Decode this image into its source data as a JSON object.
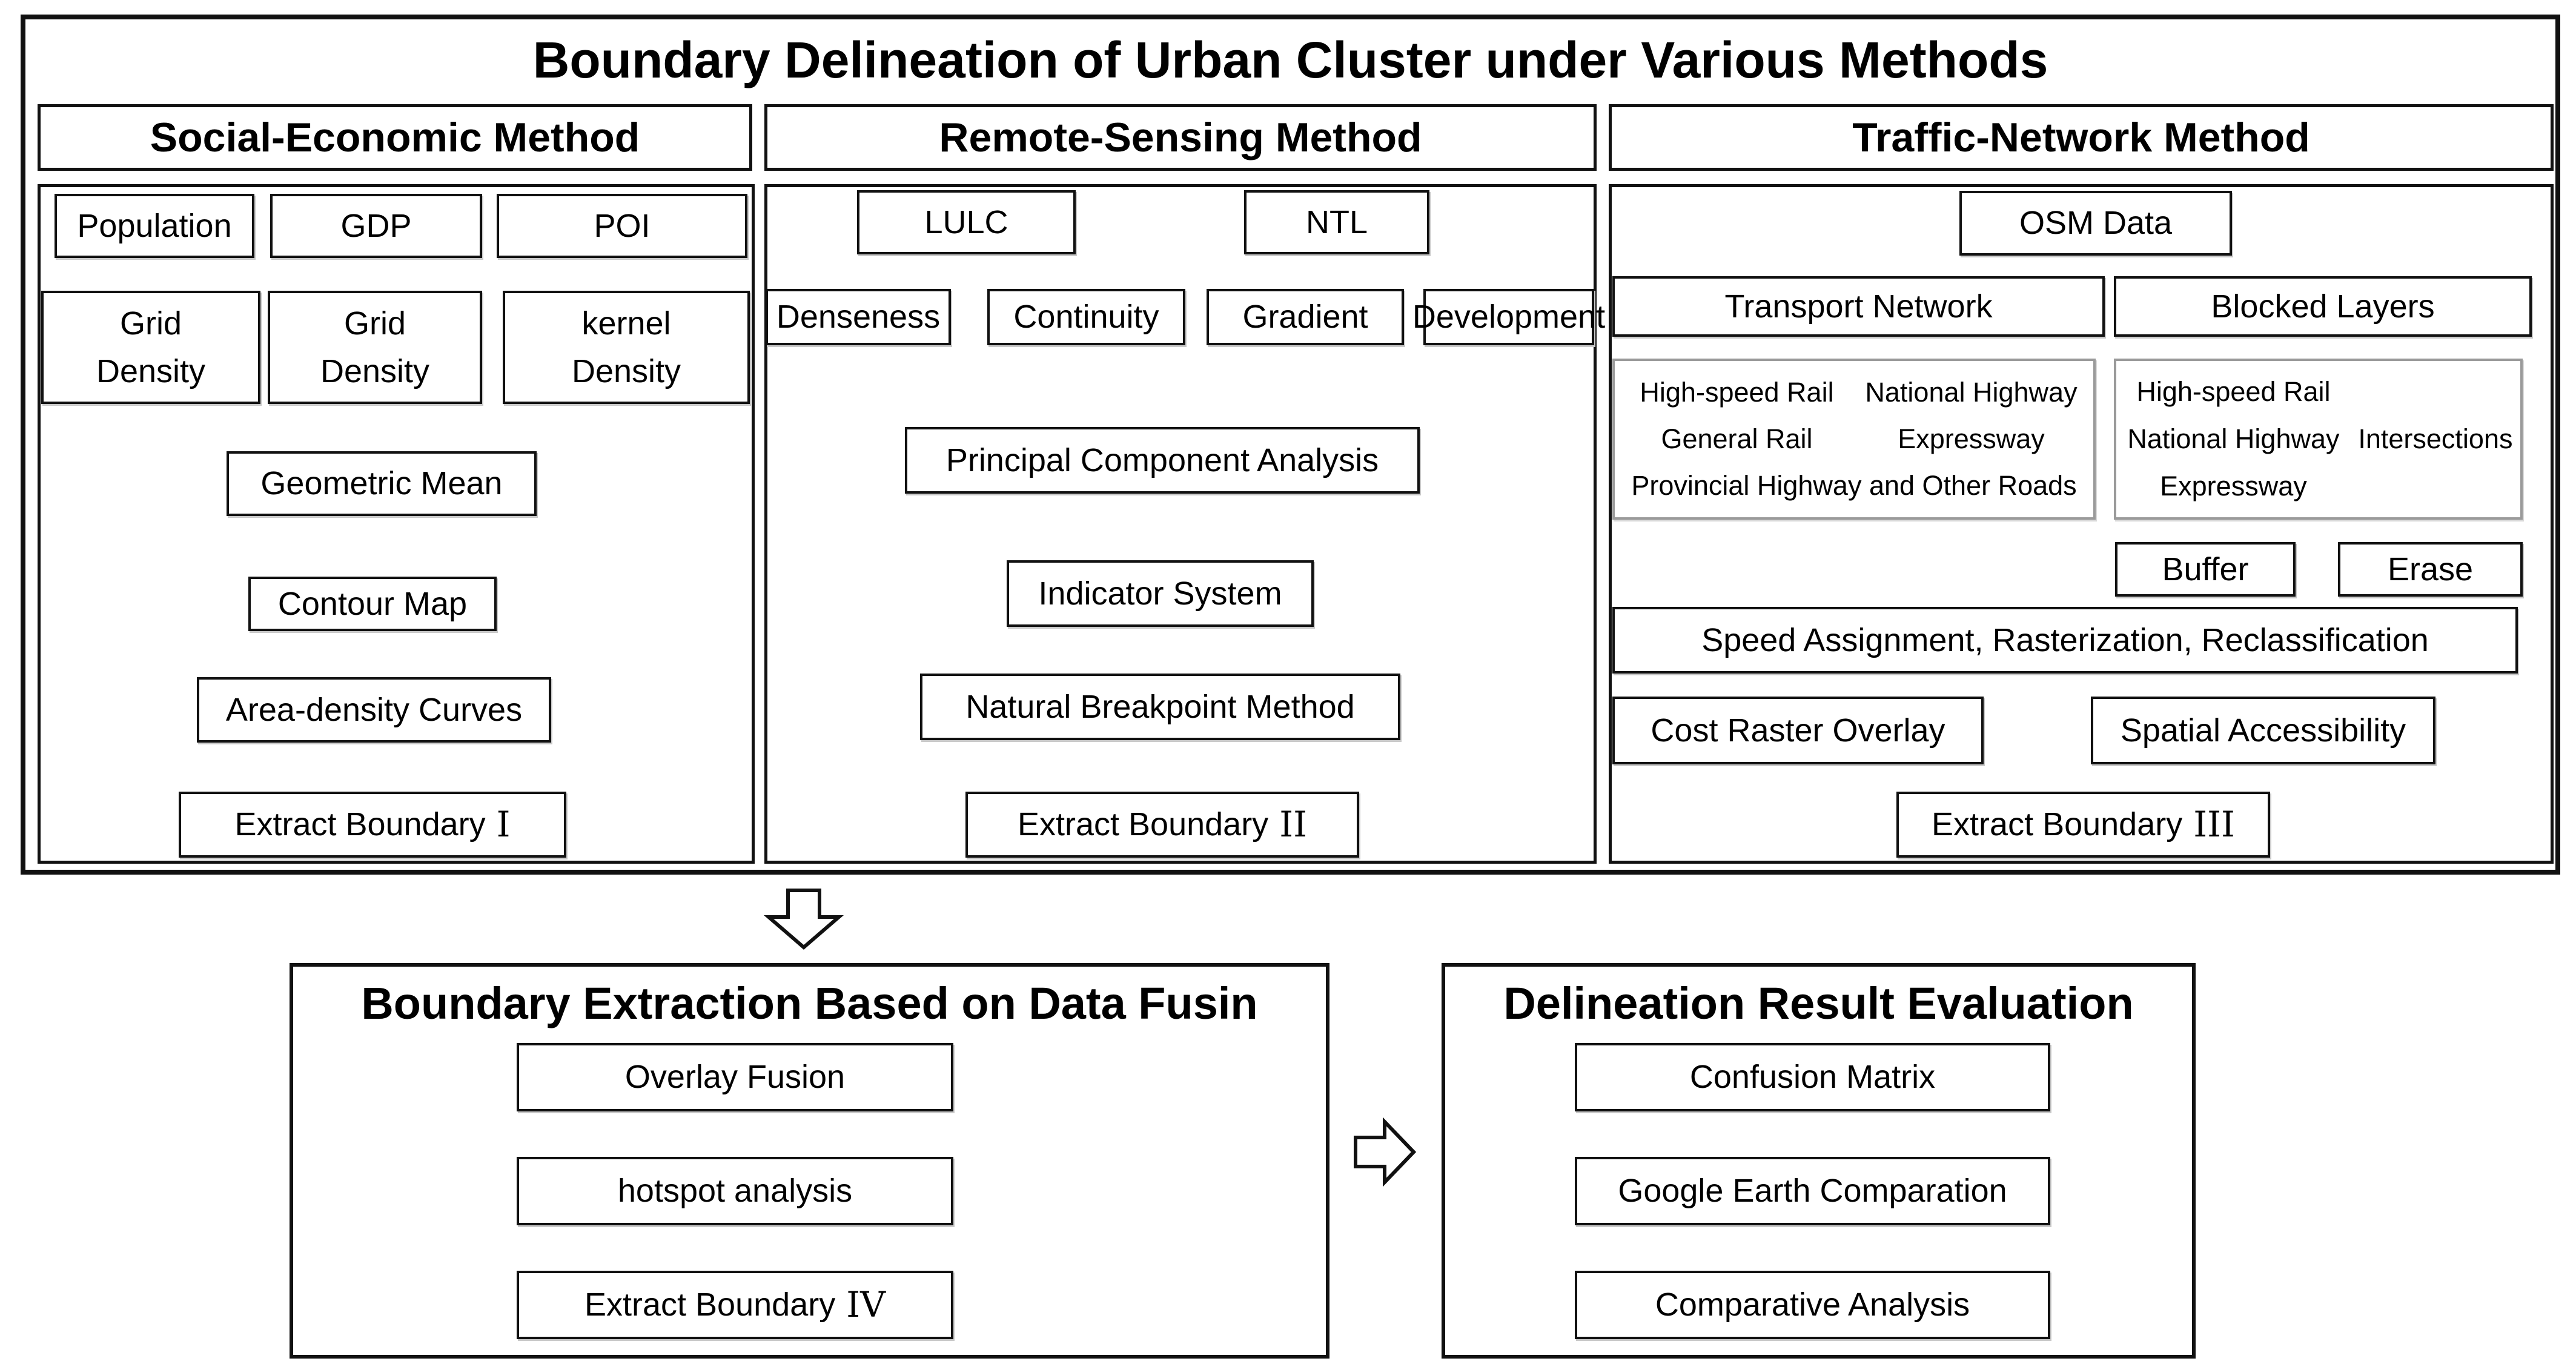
{
  "main_title": "Boundary Delineation of Urban Cluster under Various Methods",
  "colors": {
    "ink": "#1a1a1a",
    "list_border": "#9a9a9a",
    "background": "#ffffff"
  },
  "social": {
    "header": "Social-Economic Method",
    "population": "Population",
    "gdp": "GDP",
    "poi": "POI",
    "grid_density_a": "Grid Density",
    "grid_density_b": "Grid Density",
    "kernel_density": "kernel Density",
    "geometric_mean": "Geometric Mean",
    "contour_map": "Contour Map",
    "area_density_curves": "Area-density Curves",
    "extract_boundary": "Extract Boundary",
    "extract_numeral": "I"
  },
  "remote": {
    "header": "Remote-Sensing Method",
    "lulc": "LULC",
    "ntl": "NTL",
    "denseness": "Denseness",
    "continuity": "Continuity",
    "gradient": "Gradient",
    "development": "Development",
    "pca": "Principal Component Analysis",
    "indicator_system": "Indicator System",
    "natural_breakpoint": "Natural Breakpoint Method",
    "extract_boundary": "Extract Boundary",
    "extract_numeral": "II"
  },
  "traffic": {
    "header": "Traffic-Network Method",
    "osm_data": "OSM Data",
    "transport_network": "Transport Network",
    "blocked_layers": "Blocked Layers",
    "transport_list": {
      "r1l": "High-speed Rail",
      "r1r": "National Highway",
      "r2l": "General Rail",
      "r2r": "Expressway",
      "r3": "Provincial Highway and Other Roads"
    },
    "blocked_list": {
      "s1": "High-speed Rail",
      "s2": "National Highway",
      "s3": "Expressway",
      "side": "Intersections"
    },
    "buffer": "Buffer",
    "erase": "Erase",
    "speed_assignment": "Speed Assignment, Rasterization, Reclassification",
    "cost_raster_overlay": "Cost Raster Overlay",
    "spatial_accessibility": "Spatial Accessibility",
    "extract_boundary": "Extract Boundary",
    "extract_numeral": "III"
  },
  "fusion": {
    "title": "Boundary Extraction Based on Data Fusin",
    "overlay_fusion": "Overlay Fusion",
    "hotspot_analysis": "hotspot analysis",
    "extract_boundary": "Extract Boundary",
    "extract_numeral": "IV"
  },
  "evaluation": {
    "title": "Delineation Result Evaluation",
    "confusion_matrix": "Confusion Matrix",
    "google_earth_comparation": "Google Earth Comparation",
    "comparative_analysis": "Comparative Analysis"
  }
}
